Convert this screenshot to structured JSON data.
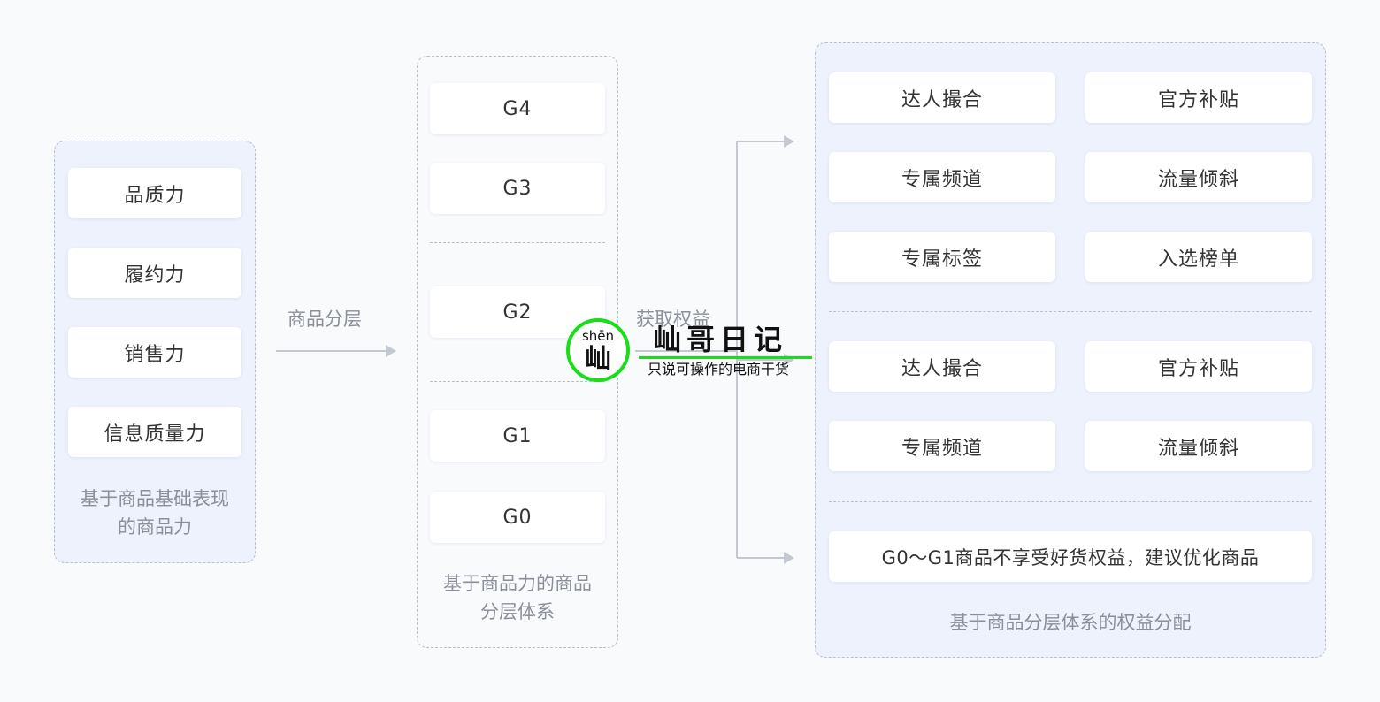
{
  "left_panel": {
    "items": [
      "品质力",
      "履约力",
      "销售力",
      "信息质量力"
    ],
    "caption_line1": "基于商品基础表现",
    "caption_line2": "的商品力"
  },
  "arrow1_label": "商品分层",
  "middle_panel": {
    "tiers": [
      "G4",
      "G3",
      "G2",
      "G1",
      "G0"
    ],
    "caption_line1": "基于商品力的商品",
    "caption_line2": "分层体系"
  },
  "arrow2_label": "获取权益",
  "right_panel": {
    "group1": [
      "达人撮合",
      "官方补贴",
      "专属频道",
      "流量倾斜",
      "专属标签",
      "入选榜单"
    ],
    "group2": [
      "达人撮合",
      "官方补贴",
      "专属频道",
      "流量倾斜"
    ],
    "group3_note": "G0～G1商品不享受好货权益，建议优化商品",
    "caption": "基于商品分层体系的权益分配"
  },
  "watermark": {
    "pinyin": "shēn",
    "char": "屾",
    "title": "屾哥日记",
    "subtitle": "只说可操作的电商干货"
  },
  "colors": {
    "panel_blue": "#edf2fd",
    "border": "#b7c0d1",
    "arrow": "#c4c8d0",
    "watermark_green": "#19dd19"
  }
}
